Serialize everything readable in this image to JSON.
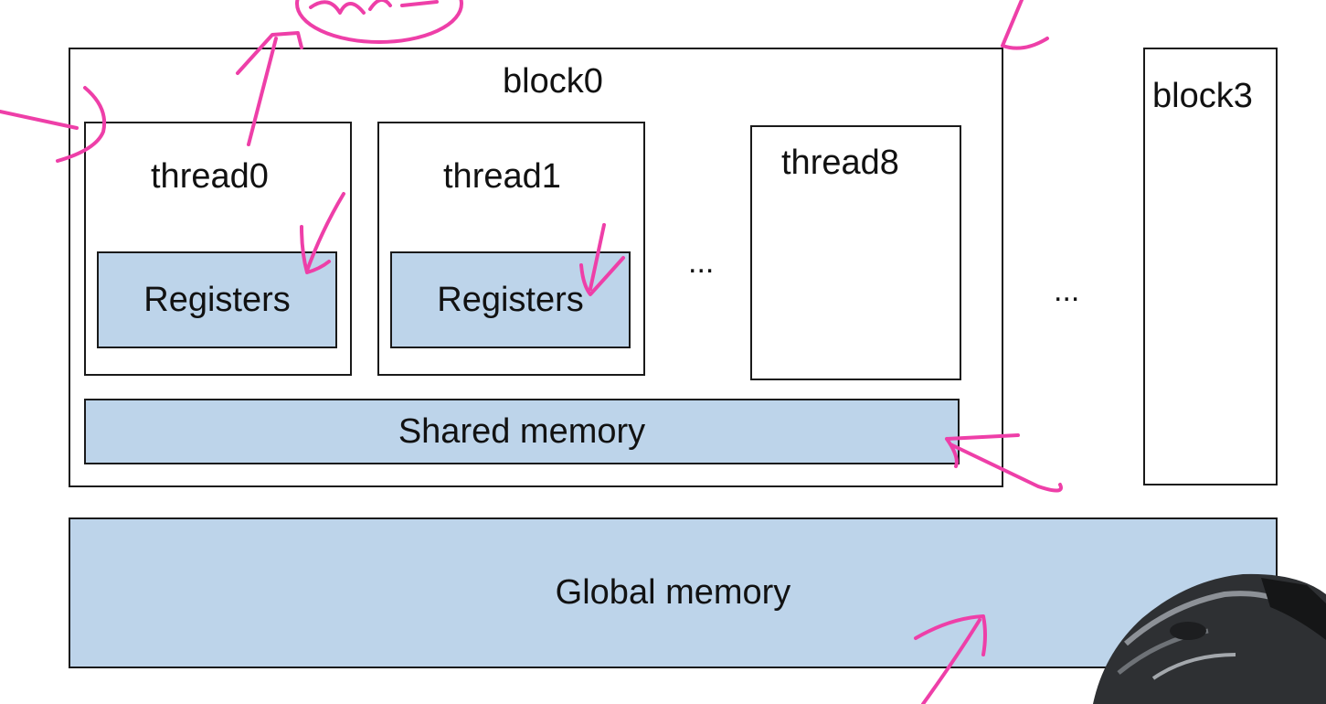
{
  "colors": {
    "memory_fill": "#bdd4ea",
    "annotation_ink": "#ee3fa8",
    "border": "#1a1a1a"
  },
  "block0": {
    "label": "block0",
    "threads": [
      {
        "label": "thread0",
        "registers_label": "Registers"
      },
      {
        "label": "thread1",
        "registers_label": "Registers"
      },
      {
        "label": "thread8"
      }
    ],
    "ellipsis": "...",
    "shared_memory_label": "Shared memory"
  },
  "block3": {
    "label": "block3"
  },
  "blocks_ellipsis": "...",
  "global_memory_label": "Global memory",
  "icons": {
    "webcam_overlay": "dog-head-icon"
  }
}
